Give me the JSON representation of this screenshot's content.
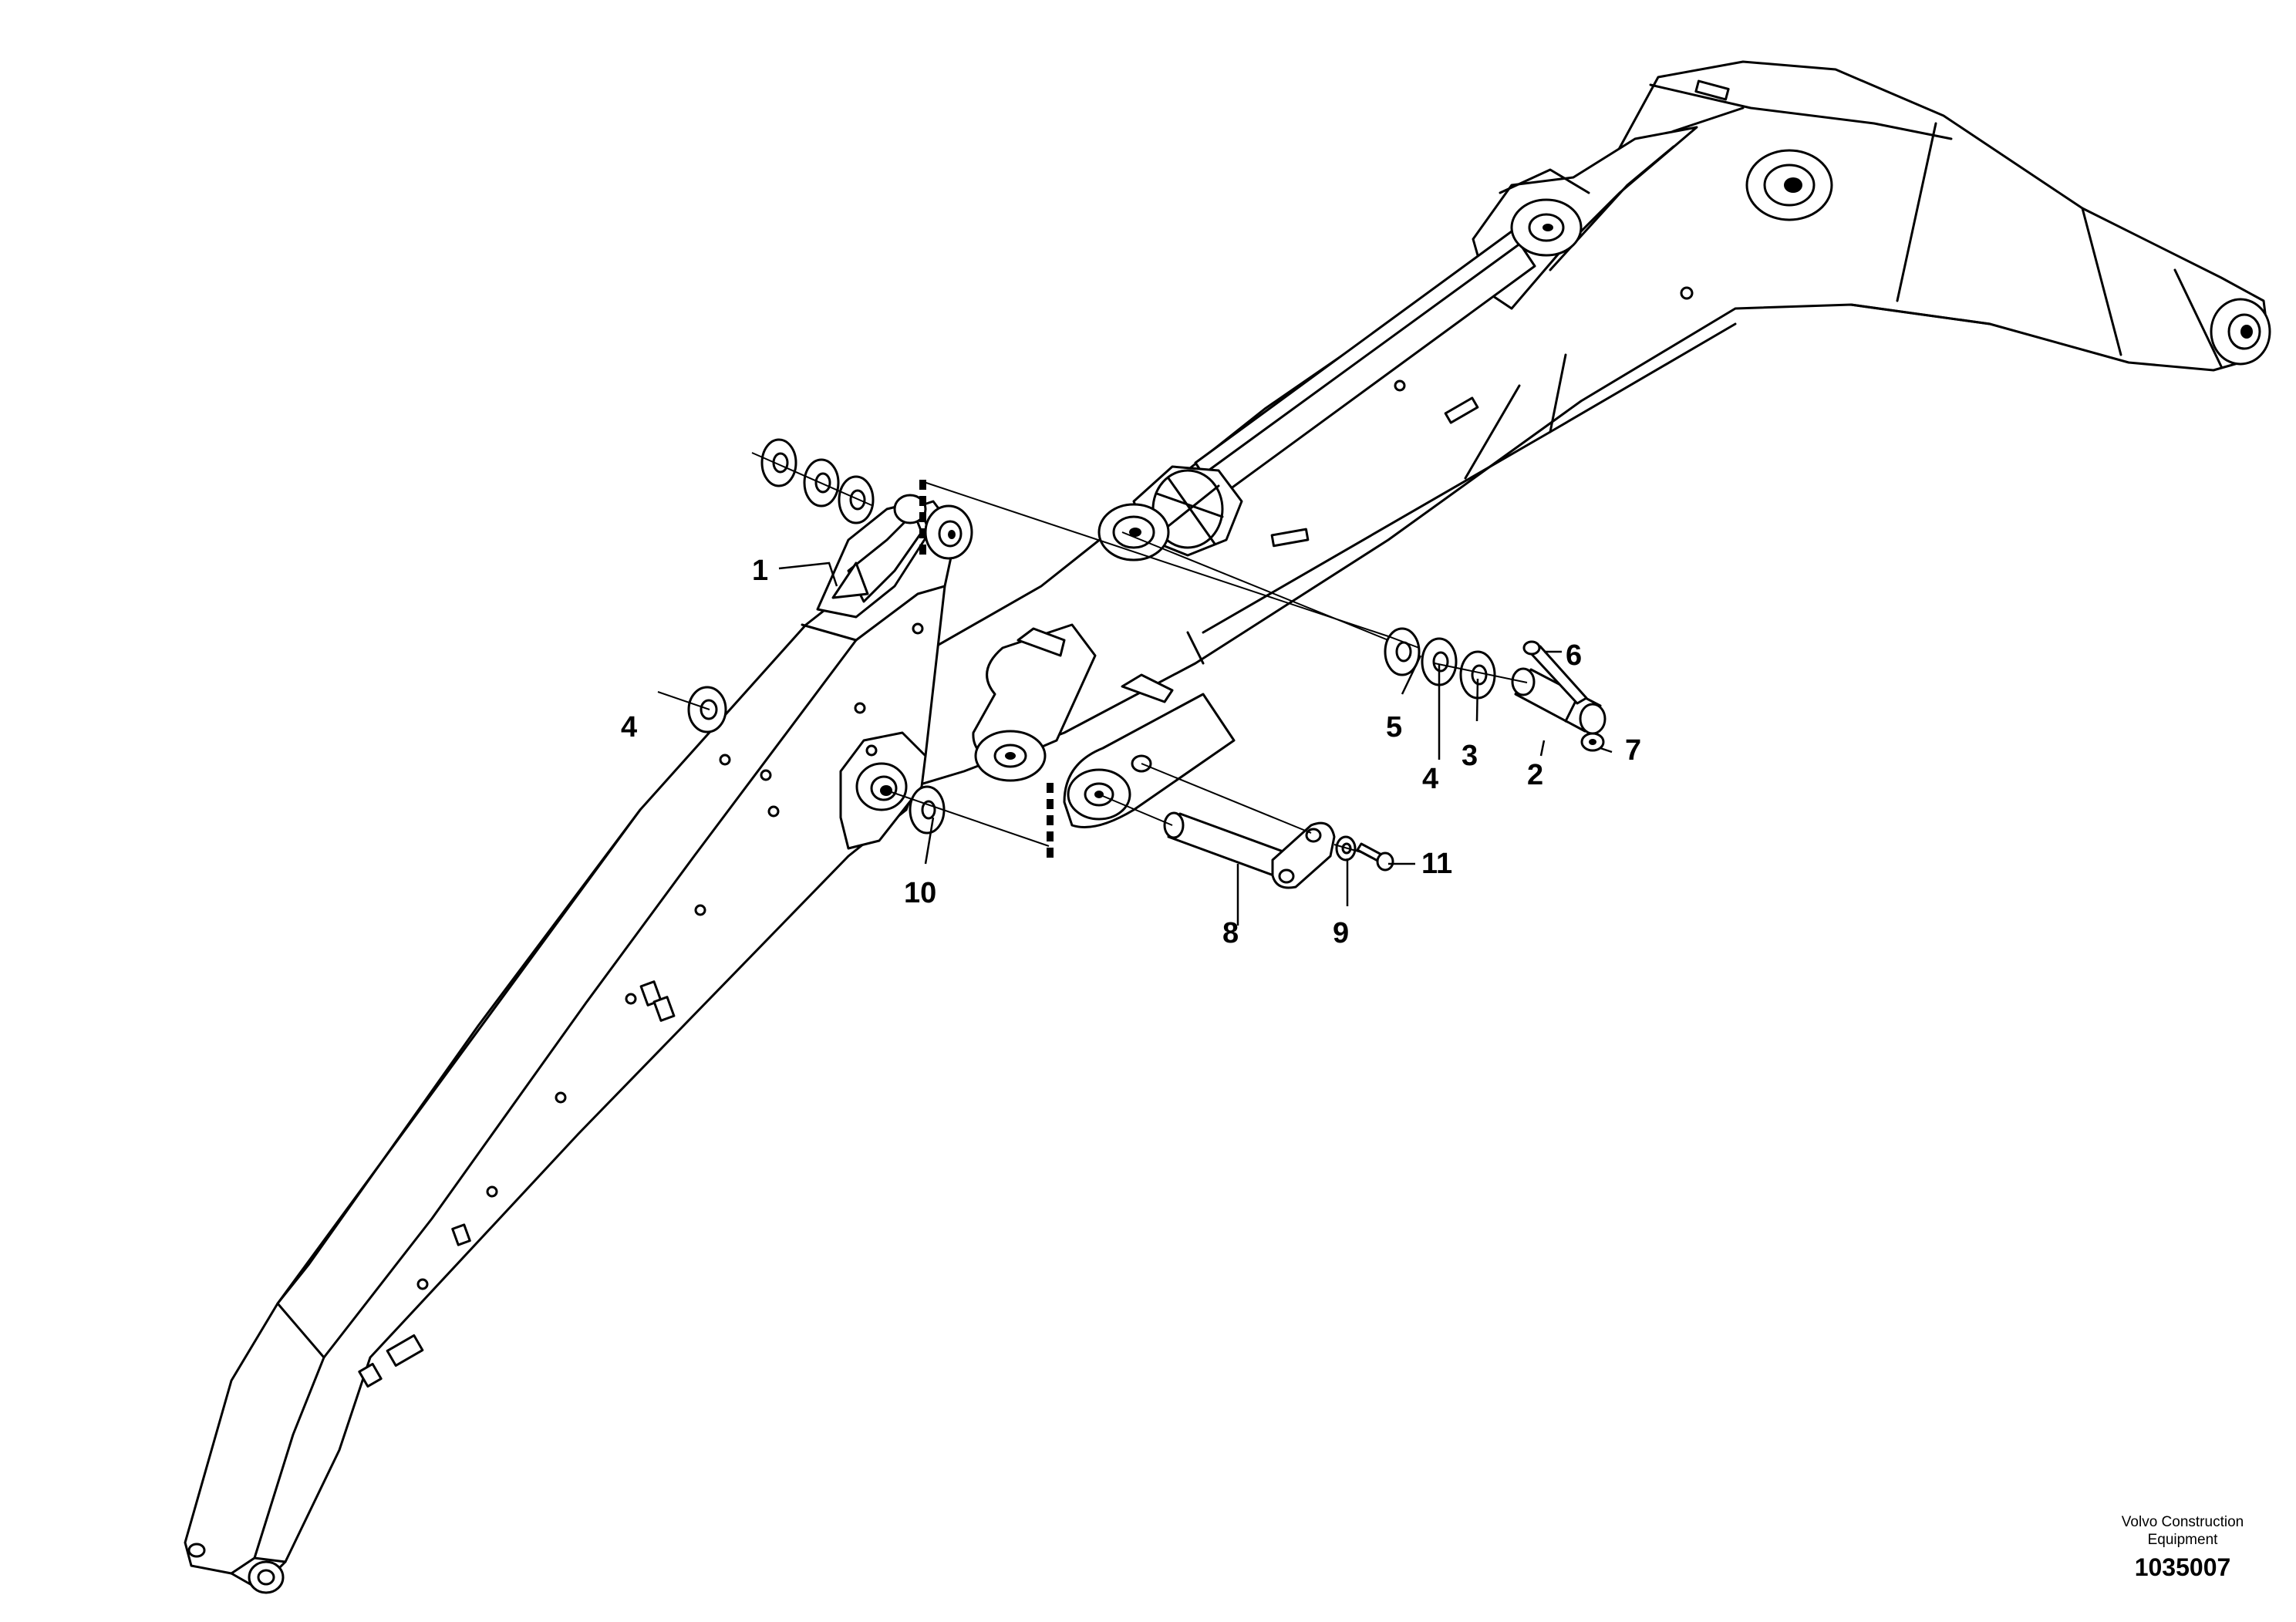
{
  "diagram": {
    "callouts": {
      "c1": "1",
      "c2": "2",
      "c3": "3",
      "c4a": "4",
      "c4b": "4",
      "c5": "5",
      "c6": "6",
      "c7": "7",
      "c8": "8",
      "c9": "9",
      "c10": "10",
      "c11": "11"
    },
    "brand_line1": "Volvo Construction",
    "brand_line2": "Equipment",
    "drawing_number": "1035007"
  }
}
